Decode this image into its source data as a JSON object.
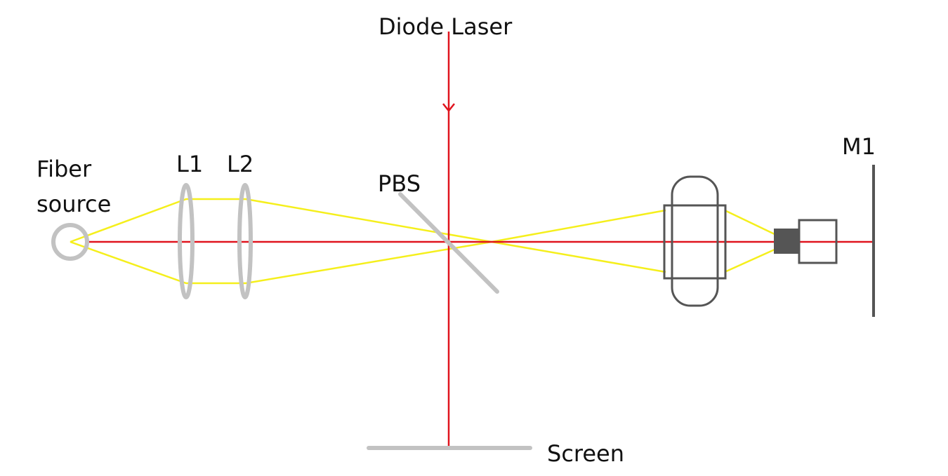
{
  "labels": {
    "diode_laser": "Diode Laser",
    "fiber_source_line1": "Fiber",
    "fiber_source_line2": "source",
    "l1": "L1",
    "l2": "L2",
    "pbs": "PBS",
    "m1": "M1",
    "screen": "Screen"
  },
  "colors": {
    "laser_beam": "#e0141e",
    "fiber_rays": "#f5ef1c",
    "optics_light": "#c2c2c2",
    "optics_dark": "#555555",
    "text": "#111111"
  }
}
